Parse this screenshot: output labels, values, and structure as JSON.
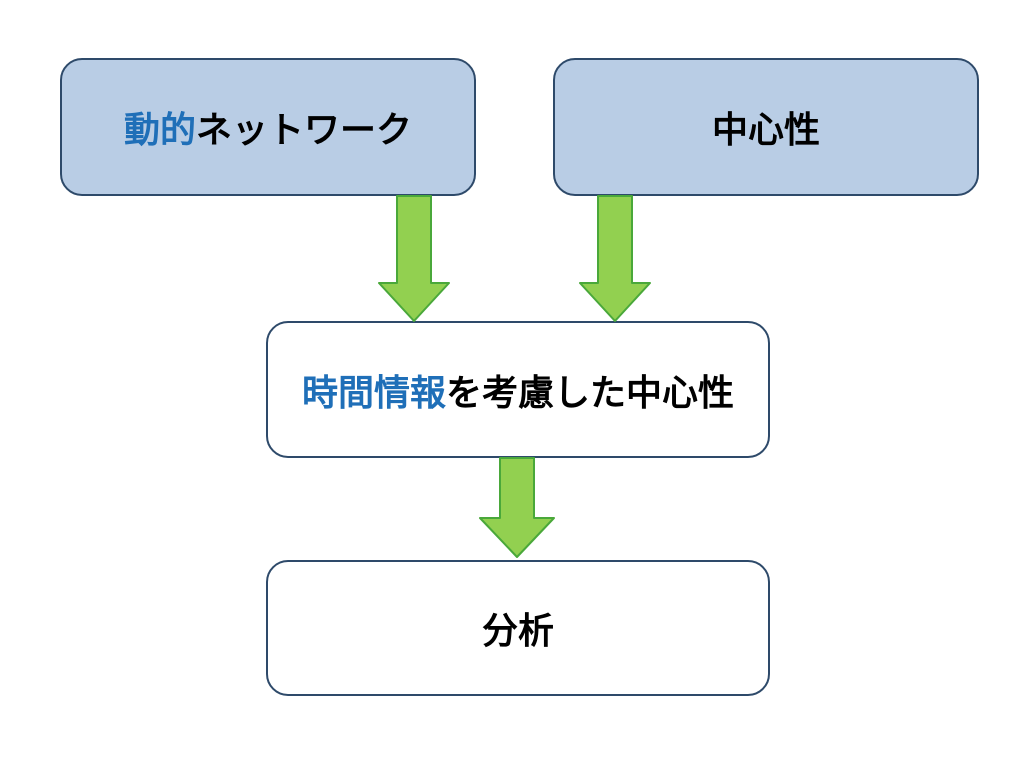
{
  "diagram": {
    "boxes": {
      "dynamic_network": {
        "highlight": "動的",
        "rest": "ネットワーク"
      },
      "centrality": {
        "label": "中心性"
      },
      "temporal_centrality": {
        "highlight": "時間情報",
        "rest": "を考慮した中心性"
      },
      "analysis": {
        "label": "分析"
      }
    },
    "colors": {
      "top_box_fill": "#b9cde5",
      "box_border": "#2e4a6a",
      "highlight_text": "#1f6fb8",
      "arrow_fill": "#92d050",
      "arrow_stroke": "#4aa83a"
    },
    "flow": [
      [
        "動的ネットワーク",
        "時間情報を考慮した中心性"
      ],
      [
        "中心性",
        "時間情報を考慮した中心性"
      ],
      [
        "時間情報を考慮した中心性",
        "分析"
      ]
    ]
  }
}
